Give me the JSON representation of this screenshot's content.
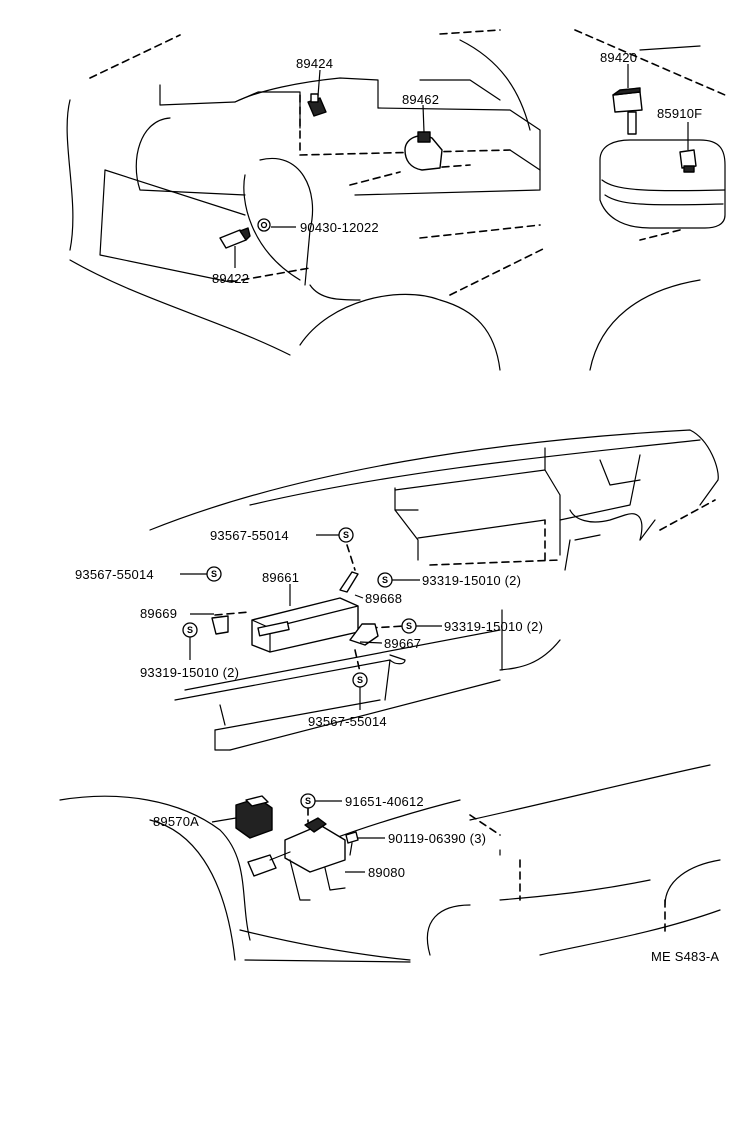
{
  "labels": {
    "p89424": "89424",
    "p89462": "89462",
    "p89420": "89420",
    "p85910F": "85910F",
    "p90430": "90430-12022",
    "p89422": "89422",
    "p93567_a": "93567-55014",
    "p93567_b": "93567-55014",
    "p93567_c": "93567-55014",
    "p89661": "89661",
    "p93319_a": "93319-15010 (2)",
    "p89669": "89669",
    "p89668": "89668",
    "p93319_b": "93319-15010 (2)",
    "p93319_c": "93319-15010 (2)",
    "p89667": "89667",
    "p91651": "91651-40612",
    "p89570A": "89570A",
    "p90119": "90119-06390 (3)",
    "p89080": "89080",
    "ref": "ME S483-A"
  },
  "symbols": {
    "washer_mark": "S"
  },
  "colors": {
    "line": "#000000",
    "background": "#ffffff"
  }
}
